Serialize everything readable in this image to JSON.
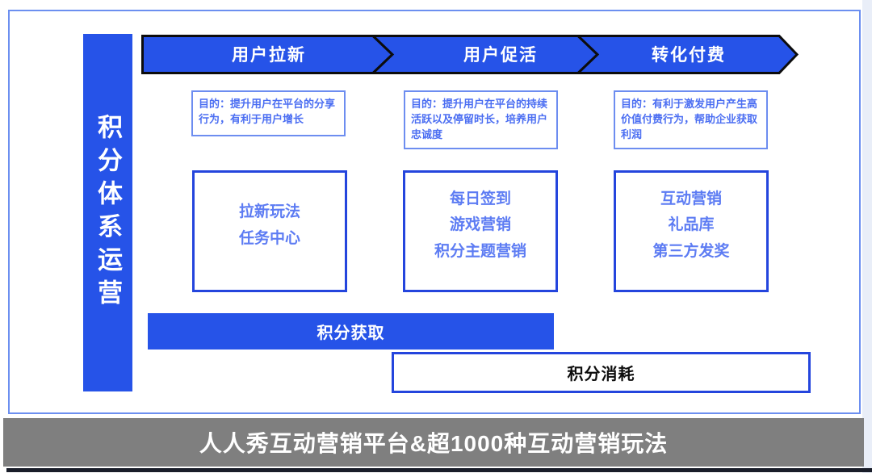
{
  "sidebar": {
    "title": "积分体系运营"
  },
  "banner": {
    "stages": [
      {
        "label": "用户拉新"
      },
      {
        "label": "用户促活"
      },
      {
        "label": "转化付费"
      }
    ]
  },
  "purposes": [
    {
      "text": "目的：提升用户在平台的分享行为，有利于用户增长"
    },
    {
      "text": "目的：提升用户在平台的持续活跃以及停留时长，培养用户忠诚度"
    },
    {
      "text": "目的：有利于激发用户产生高价值付费行为，帮助企业获取利润"
    }
  ],
  "tactics": [
    {
      "lines": "拉新玩法\n任务中心"
    },
    {
      "lines": "每日签到\n游戏营销\n积分主题营销"
    },
    {
      "lines": "互动营销\n礼品库\n第三方发奖"
    }
  ],
  "bars": {
    "earn_label": "积分获取",
    "spend_label": "积分消耗"
  },
  "footer": {
    "title": "人人秀互动营销平台&超1000种互动营销玩法"
  },
  "colors": {
    "blue": "#2653e8",
    "box-border": "#2445dd",
    "light-text": "#5d7cf3",
    "purpose-text": "#4b6ef2",
    "panel-border": "#6c8ff0",
    "purpose-border": "#6d8df0",
    "footer-gray": "#7f7f7f",
    "footer-text": "#ffffff",
    "dark-line": "#191d29"
  }
}
